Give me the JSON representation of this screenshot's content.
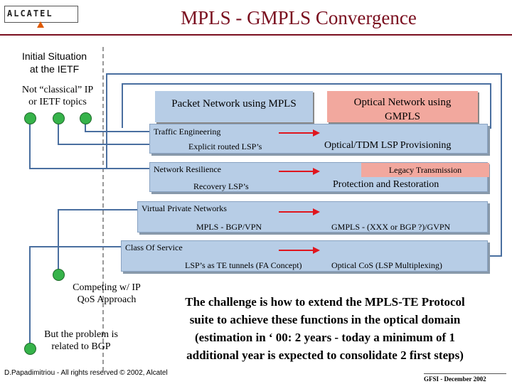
{
  "header": {
    "logo_text": "ALCATEL",
    "title": "MPLS - GMPLS Convergence"
  },
  "left": {
    "initial_line1": "Initial Situation",
    "initial_line2": "at the IETF",
    "not_classical_line1": "Not “classical” IP",
    "not_classical_line2": "or IETF topics",
    "competing_line1": "Competing w/ IP",
    "competing_line2": "QoS Approach",
    "problem_line1": "But the problem is",
    "problem_line2": "related to BGP"
  },
  "columns": {
    "packet": "Packet Network using MPLS",
    "optical_line1": "Optical Network using",
    "optical_line2": "GMPLS"
  },
  "rows": [
    {
      "heading": "Traffic Engineering",
      "mpls": "Explicit routed LSP’s",
      "gmpls": "Optical/TDM LSP Provisioning"
    },
    {
      "heading": "Network Resilience",
      "mpls": "Recovery LSP’s",
      "gmpls": "Protection and Restoration",
      "gmpls_heading": "Legacy Transmission"
    },
    {
      "heading": "Virtual Private Networks",
      "mpls": "MPLS - BGP/VPN",
      "gmpls": "GMPLS - (XXX or BGP ?)/GVPN"
    },
    {
      "heading": "Class Of Service",
      "mpls": "LSP’s as TE tunnels (FA Concept)",
      "gmpls": "Optical CoS (LSP Multiplexing)"
    }
  ],
  "challenge": {
    "line1": "The challenge is how to extend the MPLS-TE Protocol",
    "line2": "suite to achieve these functions in the optical domain",
    "line3": "(estimation in ‘ 00: 2 years - today a minimum of 1",
    "line4": "additional year is expected to consolidate 2 first steps)"
  },
  "footer": {
    "left": "D.Papadimitriou - All rights reserved © 2002, Alcatel",
    "right": "GFSI - December 2002"
  },
  "colors": {
    "title": "#7a0f1f",
    "mpls_band": "#b7cde6",
    "optical": "#f2a89e",
    "arrow": "#e0161e",
    "node": "#36b34a"
  }
}
